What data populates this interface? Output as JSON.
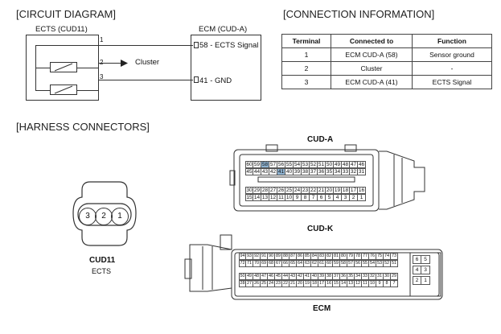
{
  "circuit": {
    "title": "[CIRCUIT DIAGRAM]",
    "ects_label": "ECTS (CUD11)",
    "ecm_label": "ECM (CUD-A)",
    "pin1": "1",
    "pin2": "2",
    "pin3": "3",
    "cluster": "Cluster",
    "ecm_pin_58": "58 - ECTS Signal",
    "ecm_pin_41": "41 - GND"
  },
  "connection": {
    "title": "[CONNECTION INFORMATION]",
    "headers": [
      "Terminal",
      "Connected to",
      "Function"
    ],
    "rows": [
      [
        "1",
        "ECM CUD-A (58)",
        "Sensor ground"
      ],
      [
        "2",
        "Cluster",
        "-"
      ],
      [
        "3",
        "ECM CUD-A (41)",
        "ECTS Signal"
      ]
    ]
  },
  "harness": {
    "title": "[HARNESS CONNECTORS]",
    "cud11_pins": [
      "3",
      "2",
      "1"
    ],
    "cud11_name": "CUD11",
    "cud11_desc": "ECTS",
    "cuda_name": "CUD-A",
    "cudk_name": "CUD-K",
    "ecm_name": "ECM",
    "cuda_rows": [
      [
        "60",
        "59",
        "58",
        "57",
        "56",
        "55",
        "54",
        "53",
        "52",
        "51",
        "50",
        "49",
        "48",
        "47",
        "46"
      ],
      [
        "45",
        "44",
        "43",
        "42",
        "41",
        "40",
        "39",
        "38",
        "37",
        "36",
        "35",
        "34",
        "33",
        "32",
        "31"
      ],
      [
        "30",
        "29",
        "28",
        "27",
        "26",
        "25",
        "24",
        "23",
        "22",
        "21",
        "20",
        "19",
        "18",
        "17",
        "16"
      ],
      [
        "15",
        "14",
        "13",
        "12",
        "11",
        "10",
        "9",
        "8",
        "7",
        "6",
        "5",
        "4",
        "3",
        "2",
        "1"
      ]
    ],
    "cuda_highlight": [
      "58",
      "41"
    ],
    "ecm_rows": [
      [
        "94",
        "93",
        "92",
        "91",
        "90",
        "89",
        "88",
        "87",
        "86",
        "85",
        "84",
        "83",
        "82",
        "81",
        "80",
        "79",
        "78",
        "77",
        "76",
        "75",
        "74",
        "73"
      ],
      [
        "72",
        "71",
        "70",
        "69",
        "68",
        "67",
        "66",
        "65",
        "64",
        "63",
        "62",
        "61",
        "60",
        "59",
        "58",
        "57",
        "56",
        "55",
        "54",
        "53",
        "52",
        "51"
      ],
      [
        "50",
        "49",
        "48",
        "47",
        "46",
        "45",
        "44",
        "43",
        "42",
        "41",
        "40",
        "39",
        "38",
        "37",
        "36",
        "35",
        "34",
        "33",
        "32",
        "31",
        "30",
        "29"
      ],
      [
        "28",
        "27",
        "26",
        "25",
        "24",
        "23",
        "22",
        "21",
        "20",
        "19",
        "18",
        "17",
        "16",
        "15",
        "14",
        "13",
        "12",
        "11",
        "10",
        "9",
        "8",
        "7"
      ]
    ],
    "ecm_side": [
      [
        "6",
        "5"
      ],
      [
        "4",
        "3"
      ],
      [
        "2",
        "1"
      ]
    ]
  }
}
